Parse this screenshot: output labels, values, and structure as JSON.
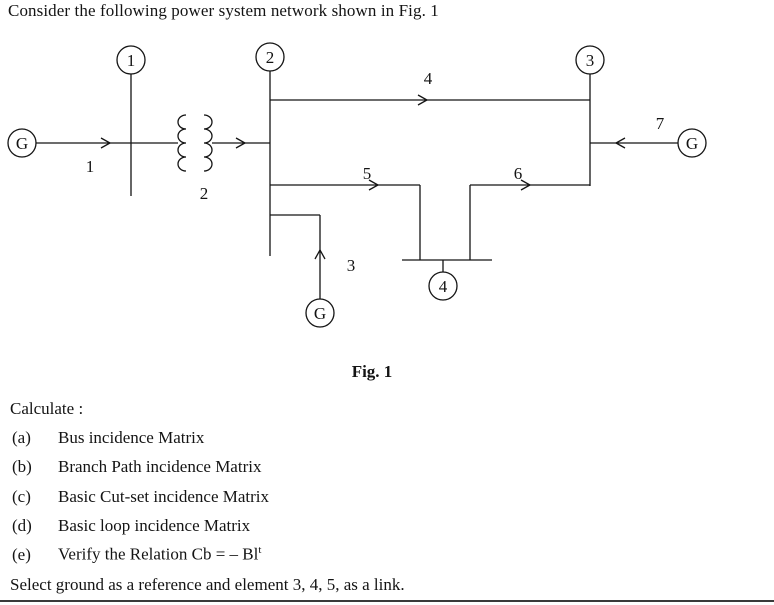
{
  "title": "Consider the following power system network shown in Fig. 1",
  "figure": {
    "caption": "Fig. 1",
    "bus_labels": {
      "b1": "1",
      "b2": "2",
      "b3": "3",
      "b4": "4"
    },
    "generator_labels": {
      "left": "G",
      "bottom": "G",
      "right": "G"
    },
    "element_labels": {
      "e1": "1",
      "e2": "2",
      "e3": "3",
      "e4": "4",
      "e5": "5",
      "e6": "6",
      "e7": "7"
    }
  },
  "problem": {
    "calculate_label": "Calculate :",
    "items": [
      {
        "id": "(a)",
        "text": "Bus incidence Matrix"
      },
      {
        "id": "(b)",
        "text": "Branch Path incidence Matrix"
      },
      {
        "id": "(c)",
        "text": "Basic Cut-set incidence Matrix"
      },
      {
        "id": "(d)",
        "text": "Basic loop incidence Matrix"
      },
      {
        "id": "(e)",
        "text": "Verify the Relation Cb = – Bl",
        "sup": "t"
      }
    ],
    "footer": "Select ground as a reference and element 3, 4, 5,  as a link."
  }
}
